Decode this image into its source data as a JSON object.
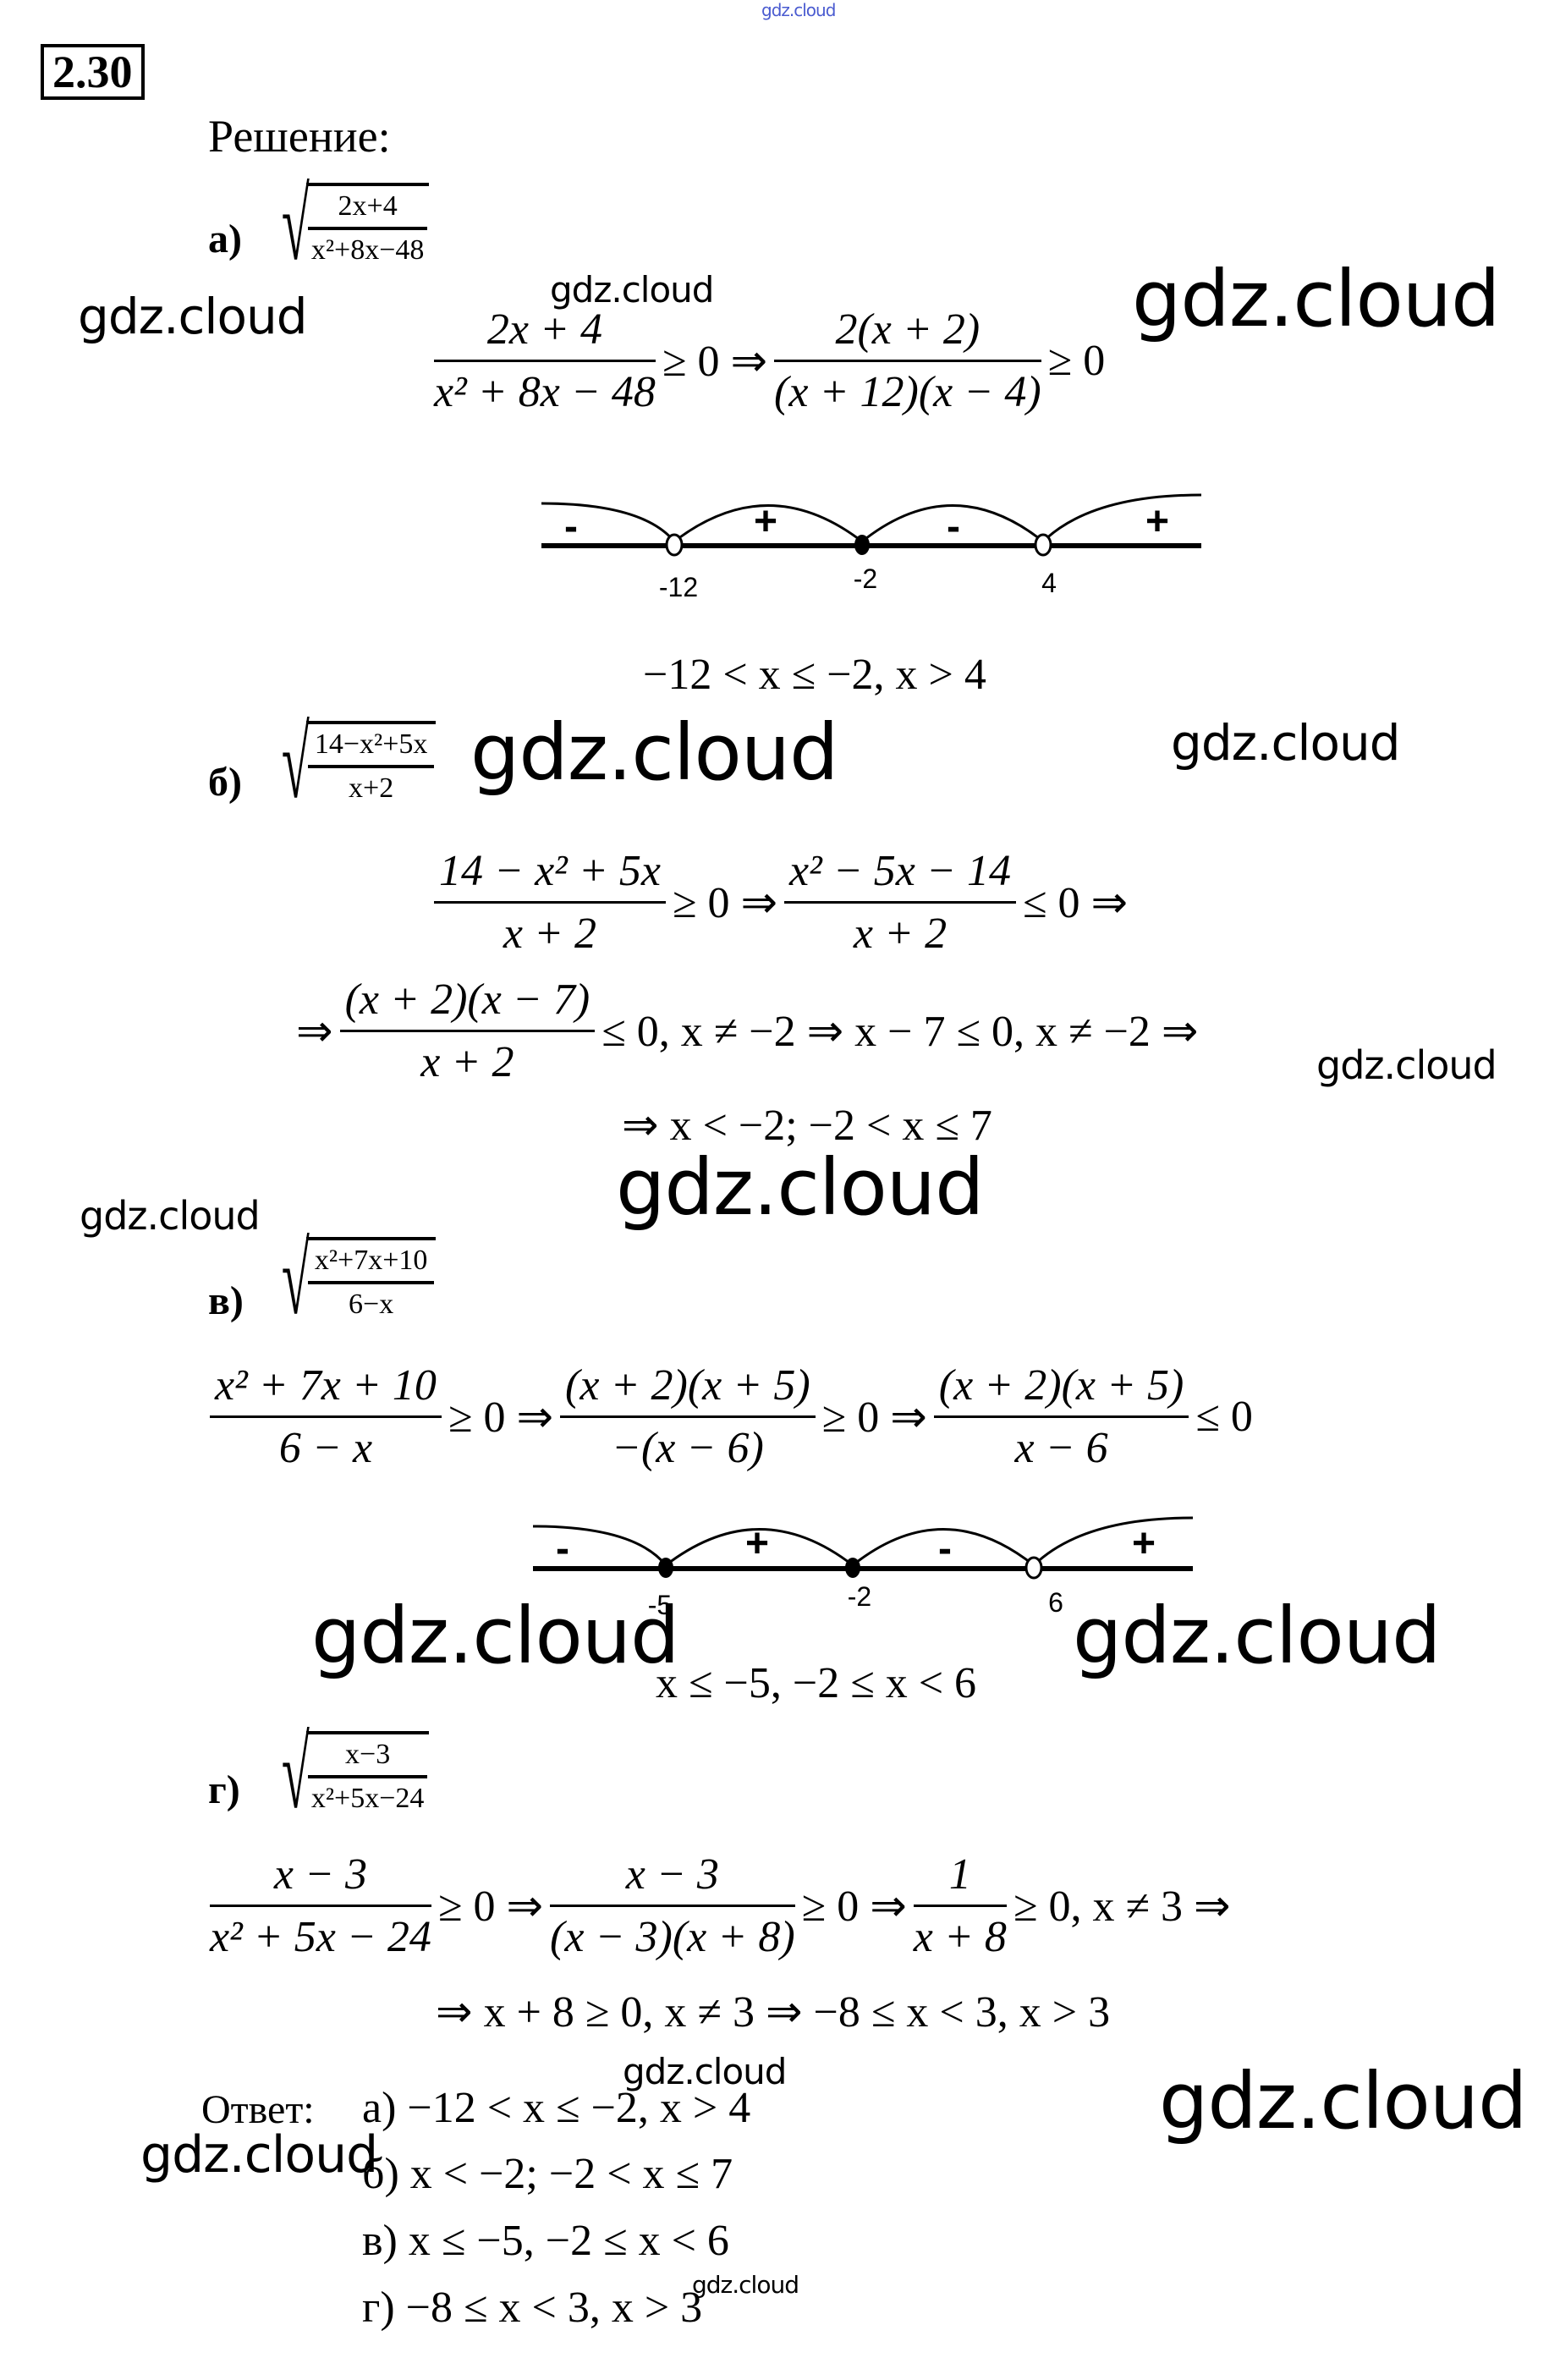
{
  "watermark": "gdz.cloud",
  "problem_number": "2.30",
  "solution_heading": "Решение:",
  "parts": {
    "a": {
      "label": "а)",
      "radicand": {
        "num": "2x+4",
        "den": "x²+8x−48"
      },
      "eq": {
        "f1": {
          "num": "2x + 4",
          "den": "x² + 8x − 48"
        },
        "op1": "≥ 0 ⇒",
        "f2": {
          "num": "2(x + 2)",
          "den": "(x + 12)(x − 4)"
        },
        "op2": "≥ 0"
      },
      "number_line": {
        "points": [
          {
            "label": "-12",
            "filled": false
          },
          {
            "label": "-2",
            "filled": true
          },
          {
            "label": "4",
            "filled": false
          }
        ],
        "signs": [
          "-",
          "+",
          "-",
          "+"
        ]
      },
      "result": "−12 < x ≤ −2, x > 4"
    },
    "b": {
      "label": "б)",
      "radicand": {
        "num": "14−x²+5x",
        "den": "x+2"
      },
      "eq1": {
        "f1": {
          "num": "14 − x² + 5x",
          "den": "x + 2"
        },
        "op1": "≥ 0 ⇒",
        "f2": {
          "num": "x² − 5x − 14",
          "den": "x + 2"
        },
        "op2": "≤ 0 ⇒"
      },
      "eq2": {
        "pre": "⇒",
        "f1": {
          "num": "(x + 2)(x − 7)",
          "den": "x + 2"
        },
        "rest": "≤ 0, x ≠ −2 ⇒ x − 7 ≤ 0, x ≠ −2 ⇒"
      },
      "result": "⇒ x < −2;  −2 < x ≤ 7"
    },
    "v": {
      "label": "в)",
      "radicand": {
        "num": "x²+7x+10",
        "den": "6−x"
      },
      "eq": {
        "f1": {
          "num": "x² + 7x + 10",
          "den": "6 − x"
        },
        "op1": "≥ 0 ⇒",
        "f2": {
          "num": "(x + 2)(x + 5)",
          "den": "−(x − 6)"
        },
        "op2": "≥ 0 ⇒",
        "f3": {
          "num": "(x + 2)(x + 5)",
          "den": "x − 6"
        },
        "op3": "≤ 0"
      },
      "number_line": {
        "points": [
          {
            "label": "-5",
            "filled": true
          },
          {
            "label": "-2",
            "filled": true
          },
          {
            "label": "6",
            "filled": false
          }
        ],
        "signs": [
          "-",
          "+",
          "-",
          "+"
        ]
      },
      "result": "x ≤ −5, −2 ≤ x < 6"
    },
    "g": {
      "label": "г)",
      "radicand": {
        "num": "x−3",
        "den": "x²+5x−24"
      },
      "eq1": {
        "f1": {
          "num": "x − 3",
          "den": "x² + 5x − 24"
        },
        "op1": "≥ 0 ⇒",
        "f2": {
          "num": "x − 3",
          "den": "(x − 3)(x + 8)"
        },
        "op2": "≥ 0 ⇒",
        "f3": {
          "num": "1",
          "den": "x + 8"
        },
        "op3": "≥ 0, x ≠ 3 ⇒"
      },
      "eq2": "⇒ x + 8 ≥ 0, x ≠ 3 ⇒ −8 ≤ x < 3, x > 3"
    }
  },
  "answer": {
    "heading": "Ответ:",
    "items": [
      {
        "label": "а)",
        "value": "−12 < x ≤ −2, x > 4"
      },
      {
        "label": "б)",
        "value": "x < −2;  −2 < x ≤ 7"
      },
      {
        "label": "в)",
        "value": "x ≤ −5, −2 ≤ x < 6"
      },
      {
        "label": "г)",
        "value": "−8 ≤ x < 3, x > 3"
      }
    ]
  }
}
